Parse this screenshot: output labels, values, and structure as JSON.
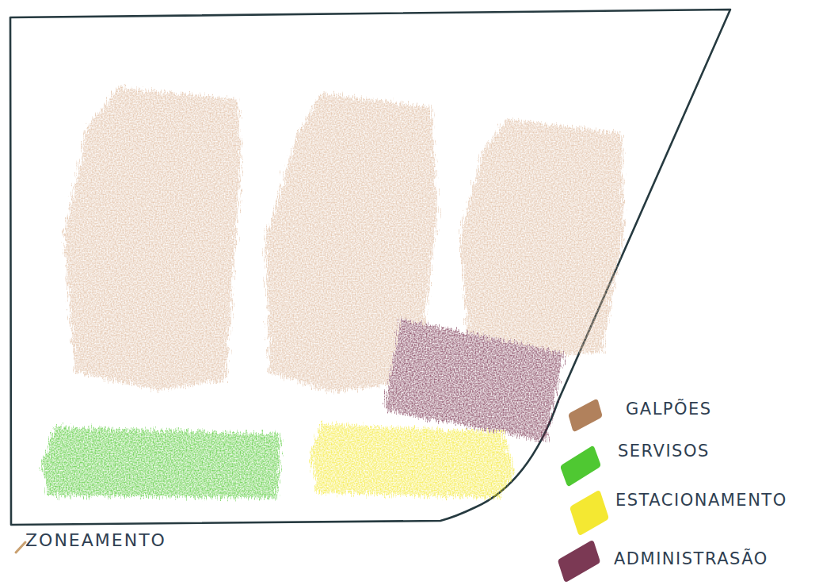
{
  "diagram": {
    "labels": [
      "ZONEAMENTO"
    ],
    "legend": [
      {
        "text": "GALPÕES",
        "color": "#a9734a"
      },
      {
        "text": "SERVISOS",
        "color": "#3cc21c"
      },
      {
        "text": "ESTACIONAMENTO",
        "color": "#f3e61c"
      },
      {
        "text": "ADMINISTRASÃO",
        "color": "#6d2341"
      }
    ]
  }
}
